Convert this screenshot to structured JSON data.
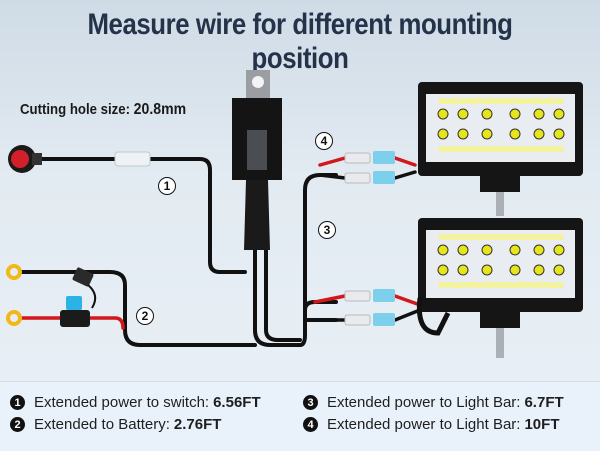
{
  "title": "Measure wire for different mounting position",
  "cutting_hole": {
    "label": "Cutting hole size:",
    "value": "20.8mm"
  },
  "markers": [
    "1",
    "2",
    "3",
    "4"
  ],
  "components": {
    "switch": "rocker-switch",
    "relay": "relay",
    "fuse": "inline-fuse-holder",
    "light_bars": [
      "led-light-bar-top",
      "led-light-bar-bottom"
    ],
    "battery_terminals": [
      "ring-terminal-positive",
      "ring-terminal-negative"
    ]
  },
  "legend": [
    {
      "num": "1",
      "label": "Extended power to switch:",
      "value": "6.56FT"
    },
    {
      "num": "2",
      "label": "Extended to Battery:",
      "value": "2.76FT"
    },
    {
      "num": "3",
      "label": "Extended power to Light Bar:",
      "value": "6.7FT"
    },
    {
      "num": "4",
      "label": "Extended power to Light Bar:",
      "value": "10FT"
    }
  ],
  "colors": {
    "title": "#243349",
    "wire_black": "#111111",
    "wire_red": "#d3171b",
    "terminal_yellow": "#f1b81a",
    "fuse_blue": "#2bb3e6",
    "connector_blue": "#7cd0ec",
    "switch_red": "#d21f2a",
    "led_yellow": "#e6e41a"
  }
}
